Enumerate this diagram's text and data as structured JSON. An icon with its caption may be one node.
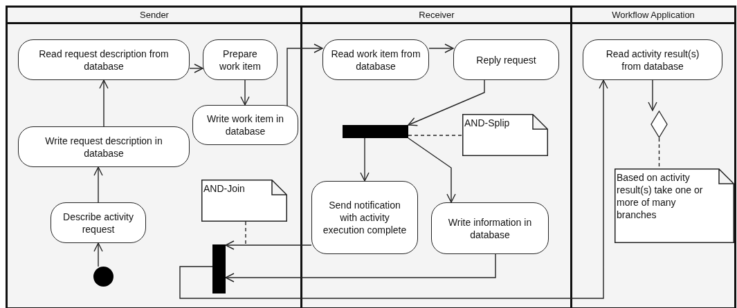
{
  "diagram": {
    "nodes": [
      {
        "text": [
          "Sender"
        ]
      },
      {
        "text": [
          "Receiver"
        ]
      },
      {
        "text": [
          "Workflow Application"
        ]
      },
      {
        "text": [
          "Read request description from database"
        ],
        "in": 0
      },
      {
        "text": [
          "Prepare work item"
        ],
        "in": 0
      },
      {
        "text": [
          "Write work item in database"
        ],
        "in": 0
      },
      {
        "text": [
          "Write request description in database"
        ],
        "in": 0
      },
      {
        "text": [
          "Describe activity request"
        ],
        "in": 0
      },
      {
        "text": [],
        "shape": "circle",
        "in": 0
      },
      {
        "text": [
          "AND-Join"
        ],
        "in": 0
      },
      {
        "text": [],
        "shape": "bar",
        "in": 0
      },
      {
        "text": [
          "Read work item from database"
        ],
        "in": 1
      },
      {
        "text": [
          "Reply request"
        ],
        "in": 1
      },
      {
        "text": [],
        "shape": "bar",
        "in": 1
      },
      {
        "text": [
          "AND-Splip"
        ],
        "in": 1
      },
      {
        "text": [
          "Send notification with activity execution complete"
        ],
        "in": 1
      },
      {
        "text": [
          "Write information in database"
        ],
        "in": 1
      },
      {
        "text": [
          "Read activity result(s) from database"
        ],
        "in": 2
      },
      {
        "text": [],
        "shape": "diamond",
        "in": 2
      },
      {
        "text": [
          "Based on activity result(s) take one or more of many branches"
        ],
        "in": 2
      }
    ],
    "edges": [
      {
        "from": 8,
        "to": 7,
        "arrow": "to"
      },
      {
        "from": 7,
        "to": 6,
        "arrow": "to"
      },
      {
        "from": 6,
        "to": 3,
        "arrow": "to"
      },
      {
        "from": 3,
        "to": 4,
        "arrow": "to"
      },
      {
        "from": 4,
        "to": 5,
        "arrow": "to"
      },
      {
        "from": 5,
        "to": 11,
        "arrow": "to"
      },
      {
        "from": 11,
        "to": 12,
        "arrow": "to"
      },
      {
        "from": 12,
        "to": 13,
        "arrow": "to"
      },
      {
        "from": 13,
        "to": 15,
        "arrow": "to"
      },
      {
        "from": 13,
        "to": 16,
        "arrow": "to"
      },
      {
        "from": 15,
        "to": 10,
        "arrow": "to"
      },
      {
        "from": 16,
        "to": 10,
        "arrow": "to"
      },
      {
        "from": 10,
        "to": 17,
        "arrow": "to"
      },
      {
        "from": 17,
        "to": 18,
        "arrow": "to"
      },
      {
        "from": 18,
        "to": 19,
        "arrow": "none",
        "style": "dashed"
      },
      {
        "from": 9,
        "to": 10,
        "arrow": "none",
        "style": "dashed"
      },
      {
        "from": 13,
        "to": 14,
        "arrow": "none",
        "style": "dashed"
      }
    ]
  }
}
